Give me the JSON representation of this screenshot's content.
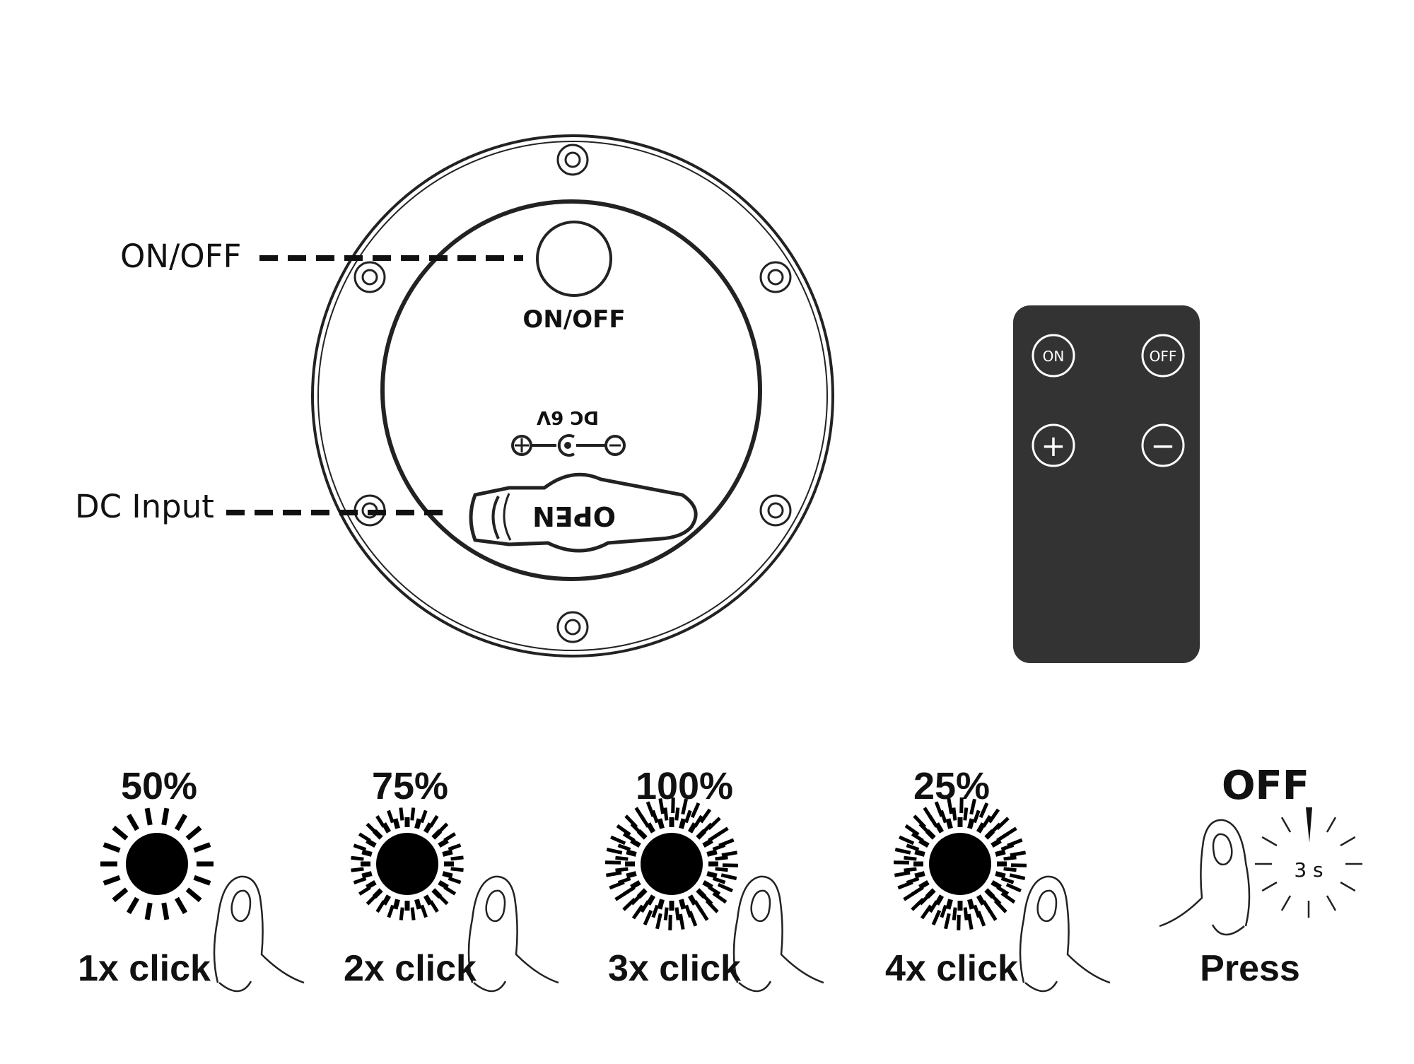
{
  "callouts": {
    "on_off": "ON/OFF",
    "dc_input": "DC Input"
  },
  "lamp": {
    "button_label": "ON/OFF",
    "dc_label": "DC  6V",
    "cover_label": "OPEN"
  },
  "remote": {
    "on_label": "ON",
    "off_label": "OFF",
    "plus_label": "+",
    "minus_label": "−",
    "color": "#333333"
  },
  "steps": [
    {
      "level": "50%",
      "action": "1x click"
    },
    {
      "level": "75%",
      "action": "2x click"
    },
    {
      "level": "100%",
      "action": "3x click"
    },
    {
      "level": "25%",
      "action": "4x click"
    }
  ],
  "off_step": {
    "level": "OFF",
    "action": "Press",
    "duration": "3 s"
  },
  "icons": [
    "screw-icon",
    "sun-icon",
    "finger-icon",
    "timer-icon",
    "plus-icon",
    "minus-icon"
  ]
}
